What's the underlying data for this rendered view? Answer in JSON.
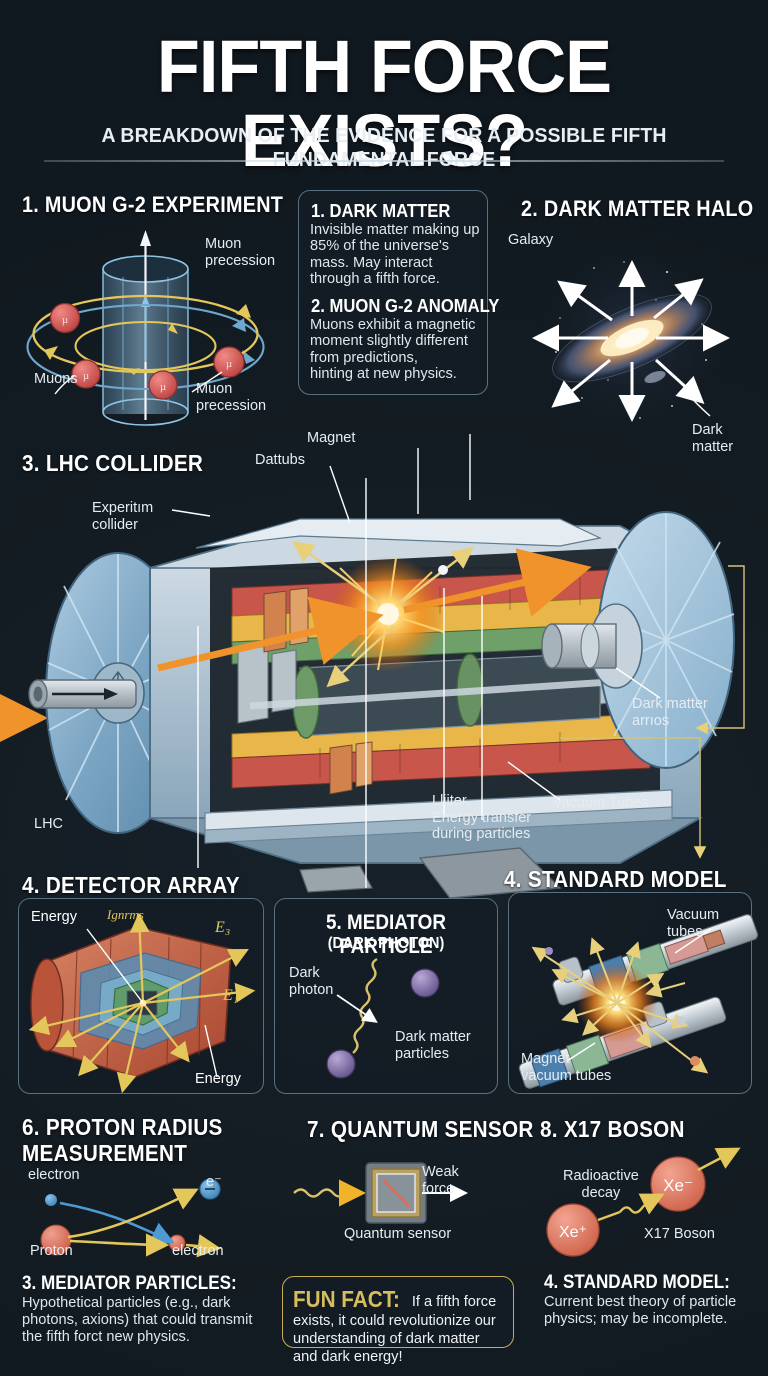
{
  "header": {
    "title": "FIFTH FORCE EXISTS?",
    "subtitle": "A BREAKDOWN OF THE EVIDENCE FOR A POSSIBLE FIFTH FUNDAMENTAL FORCE"
  },
  "colors": {
    "background": "#151d24",
    "panel_border": "#58707f",
    "gold": "#d8bd5e",
    "accent_yellow": "#e3c75a",
    "accent_orange": "#f0932a",
    "muon_red": "#d9534f",
    "detector_red": "#c2603f",
    "steel_blue": "#8fb4cc",
    "text": "#e8edf2"
  },
  "sections": {
    "muon": {
      "heading": "1. MUON G-2 EXPERIMENT",
      "labels": {
        "precession_top": "Muon\nprecession",
        "precession_bottom": "Muon\nprecession",
        "muons": "Muons"
      },
      "particle_glyphs": [
        "µ",
        "µ",
        "µ",
        "µ"
      ]
    },
    "info_card": {
      "items": [
        {
          "heading": "1. DARK MATTER",
          "body": "Invisible matter making up 85% of the universe's mass. May interact through a fifth force."
        },
        {
          "heading": "2. MUON G-2 ANOMALY",
          "body": "Muons exhibit a magnetic moment slightly different from predictions,\nhinting at new physics."
        }
      ]
    },
    "halo": {
      "heading": "2. DARK MATTER HALO",
      "labels": {
        "galaxy": "Galaxy",
        "dark_matter": "Dark\nmatter"
      }
    },
    "lhc": {
      "heading": "3. LHC COLLIDER",
      "labels": {
        "experiment_collider": "Experitım\ncollider",
        "dattubs": "Dattubs",
        "magnet": "Magnet",
        "lhc": "LHC",
        "dark_matter_arrows": "Dark matter\narrıos",
        "vacuum_tubes": "Vacuum Tubes",
        "energy_transfer": "Lliiter.\nEnergy transfer\nduring particles"
      }
    },
    "detector": {
      "heading": "4. DETECTOR ARRAY",
      "labels": {
        "energy_top": "Energy",
        "energy_bottom": "Energy",
        "axis_1": "Ignrms",
        "axis_2": "E₃",
        "axis_3": "E₁"
      }
    },
    "mediator": {
      "heading": "5. MEDIATOR PARTICLE",
      "subheading": "(DARK PHOTON)",
      "labels": {
        "dark_photon": "Dark\nphoton",
        "dark_matter_particles": "Dark matter\nparticles"
      }
    },
    "standard_model_panel": {
      "heading": "4. STANDARD MODEL",
      "labels": {
        "vacuum_tubes": "Vacuum\ntubes",
        "magnet_vacuum_tubes": "Magnet\nvacuum tubes"
      }
    },
    "proton": {
      "heading": "6. PROTON RADIUS\nMEASUREMENT",
      "labels": {
        "electron_in": "electron",
        "electron_out": "e⁻",
        "proton": "Proton",
        "electron_bottom": "electron"
      },
      "note": {
        "heading": "3. MEDIATOR PARTICLES:",
        "body": "Hypothetical particles (e.g., dark photons, axions) that could transmit the fifth forct new physics."
      }
    },
    "quantum": {
      "heading": "7. QUANTUM SENSOR",
      "labels": {
        "weak_force": "Weak\nforce",
        "caption": "Quantum sensor"
      },
      "fun_fact": {
        "lead": "FUN FACT:",
        "body": "If a fifth force exists, it could revolutionize our understanding of dark matter and dark energy!"
      }
    },
    "x17": {
      "heading": "8. X17 BOSON",
      "labels": {
        "radioactive_decay": "Radioactive\ndecay",
        "nucleus_a": "Xe⁺",
        "nucleus_b": "Xe⁻",
        "boson": "X17 Boson"
      },
      "note": {
        "heading": "4. STANDARD MODEL:",
        "body": "Current best theory of particle physics; may be incomplete."
      }
    }
  }
}
